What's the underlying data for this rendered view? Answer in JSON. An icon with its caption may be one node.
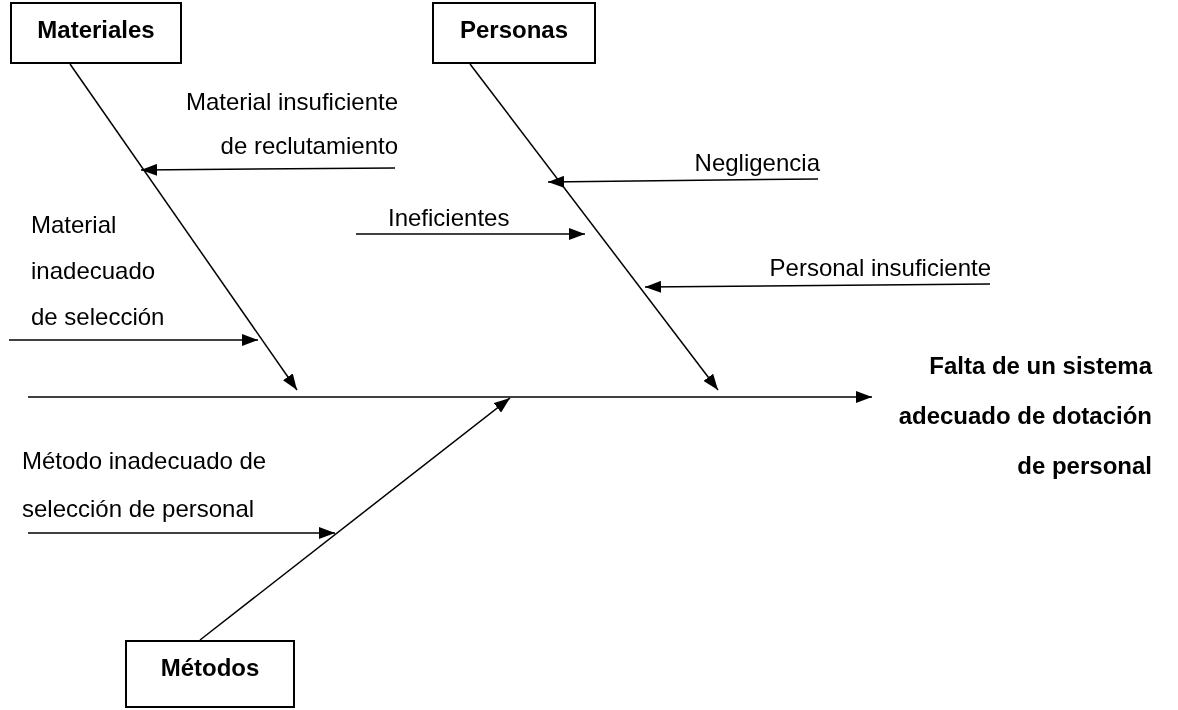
{
  "diagram": {
    "nodes": [
      {
        "text": [
          "Materiales"
        ]
      },
      {
        "text": [
          "Personas"
        ]
      },
      {
        "text": [
          "Métodos"
        ]
      },
      {
        "text": [
          "Falta de un sistema adecuado de dotación de personal"
        ]
      },
      {
        "text": [
          "Material insuficiente de reclutamiento"
        ]
      },
      {
        "text": [
          "Negligencia"
        ]
      },
      {
        "text": [
          "Ineficientes"
        ]
      },
      {
        "text": [
          "Personal insuficiente"
        ]
      },
      {
        "text": [
          "Material inadecuado de selección"
        ]
      },
      {
        "text": [
          "Método inadecuado de selección de personal"
        ]
      }
    ],
    "edges": [
      {
        "from": null,
        "to": 3,
        "arrow": "to"
      },
      {
        "from": 0,
        "to": null,
        "arrow": "to"
      },
      {
        "from": 1,
        "to": null,
        "arrow": "to"
      },
      {
        "from": 2,
        "to": null,
        "arrow": "to"
      },
      {
        "from": 4,
        "to": null,
        "arrow": "to"
      },
      {
        "from": 5,
        "to": null,
        "arrow": "to"
      },
      {
        "from": 6,
        "to": null,
        "arrow": "to"
      },
      {
        "from": 7,
        "to": null,
        "arrow": "to"
      },
      {
        "from": 8,
        "to": null,
        "arrow": "to"
      },
      {
        "from": 9,
        "to": null,
        "arrow": "to"
      }
    ]
  }
}
